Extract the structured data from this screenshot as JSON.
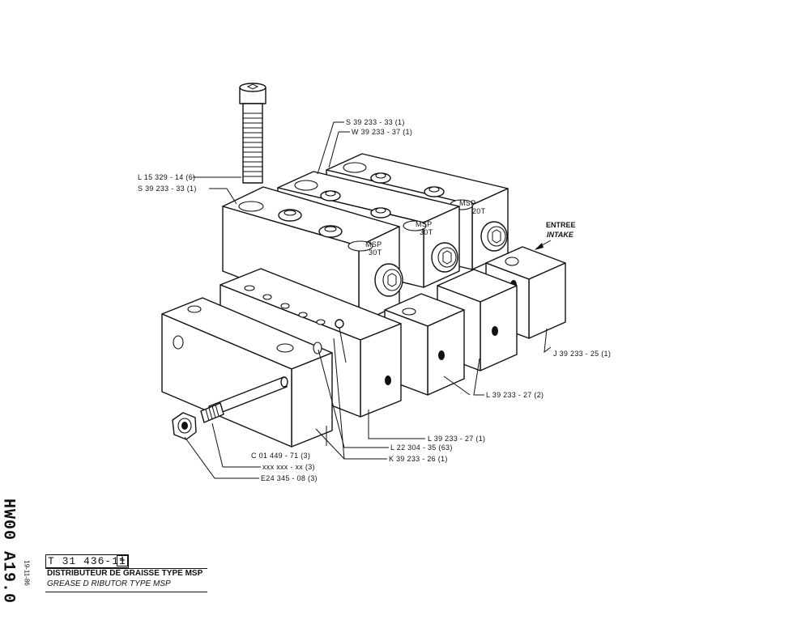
{
  "callouts": {
    "l15329": "L 15 329 - 14 (6)",
    "s39233_left": "S 39 233 - 33 (1)",
    "s39233_top": "S 39 233 - 33 (1)",
    "w39233": "W 39 233 - 37 (1)",
    "j39233": "J 39 233 - 25 (1)",
    "l39233_27_2": "L 39 233 - 27 (2)",
    "l39233_27_1": "L 39 233 - 27 (1)",
    "l22304": "L 22 304 - 35 (63)",
    "k39233": "K 39 233 - 26 (1)",
    "c01449": "C 01 449 - 71 (3)",
    "xxx": "xxx xxx - xx (3)",
    "e24345": "E24 345 - 08 (3)"
  },
  "block_marks": {
    "msp": "MSP",
    "front": "30T",
    "middle": "30T",
    "back": "20T"
  },
  "entry": {
    "fr": "ENTREE",
    "en": "INTAKE"
  },
  "title_block": {
    "code": "HW00 A19.0",
    "date": "19-11-86",
    "reference": "T 31 436-11",
    "title_fr": "DISTRIBUTEUR DE GRAISSE TYPE MSP",
    "title_en": "GREASE D  RIBUTOR TYPE MSP"
  }
}
